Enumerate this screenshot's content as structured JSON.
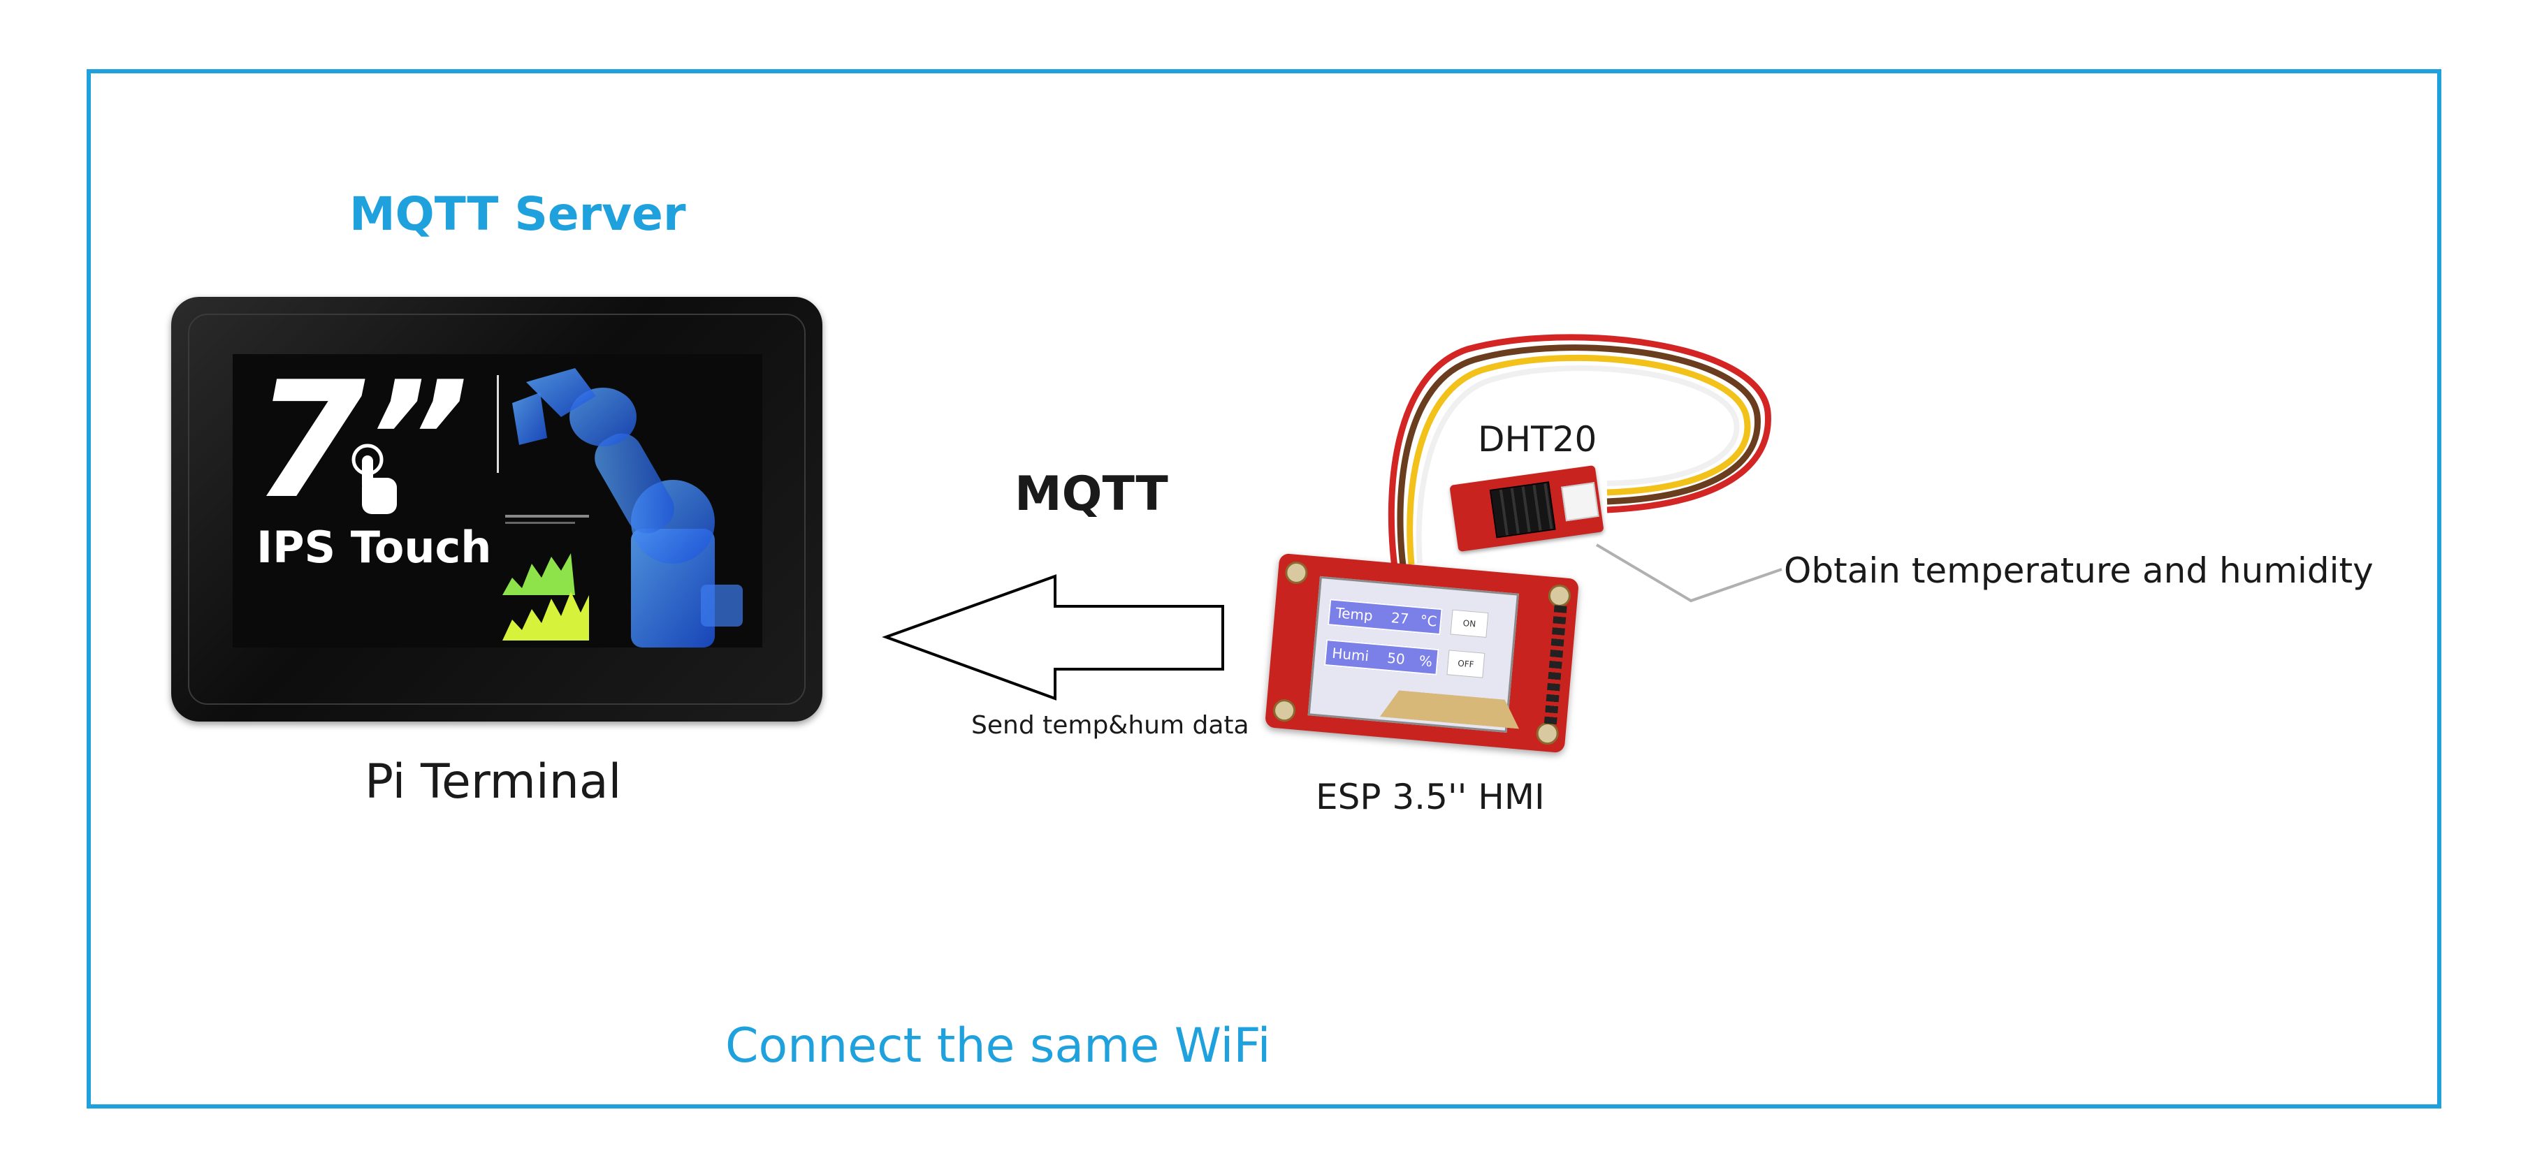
{
  "labels": {
    "mqtt_server": "MQTT Server",
    "pi_terminal": "Pi Terminal",
    "mqtt": "MQTT",
    "send_data": "Send temp&hum data",
    "dht20": "DHT20",
    "obtain": "Obtain temperature and humidity",
    "esp_hmi": "ESP 3.5'' HMI",
    "wifi": "Connect the same WiFi"
  },
  "pi_screen": {
    "size_text": "7”",
    "touch_text": "IPS Touch"
  },
  "esp_screen": {
    "temp_label": "Temp",
    "temp_value": "27",
    "temp_unit": "°C",
    "humi_label": "Humi",
    "humi_value": "50",
    "humi_unit": "%",
    "btn_on": "ON",
    "btn_off": "OFF"
  },
  "colors": {
    "accent": "#1ea1dc",
    "board_red": "#c8231f",
    "text_dark": "#1a1a1a"
  }
}
